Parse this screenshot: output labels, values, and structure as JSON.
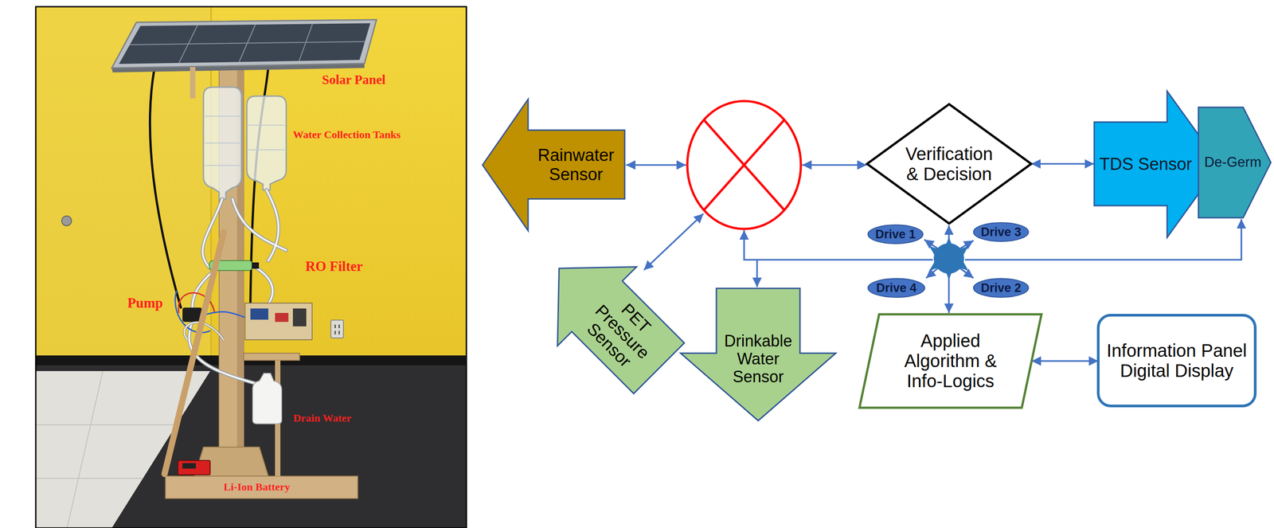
{
  "diagram": {
    "nodes": [
      {
        "text": [
          "Rainwater Sensor"
        ]
      },
      {
        "text": [
          "Verification & Decision"
        ]
      },
      {
        "text": [
          "TDS Sensor"
        ]
      },
      {
        "text": [
          "De-Germ"
        ]
      },
      {
        "text": [
          "Drive 1"
        ]
      },
      {
        "text": [
          "Drive 3"
        ]
      },
      {
        "text": [
          "PET Pressure Sensor"
        ]
      },
      {
        "text": [
          "Drive 4"
        ]
      },
      {
        "text": [
          "Drive 2"
        ]
      },
      {
        "text": [
          "Drinkable Water Sensor"
        ]
      },
      {
        "text": [
          "Applied Algorithm & Info-Logics"
        ]
      },
      {
        "text": [
          "Information Panel Digital Display"
        ]
      }
    ],
    "edges": [
      {
        "from": 1,
        "to": 2,
        "arrow": "both"
      },
      {
        "from": 10,
        "to": 11,
        "arrow": "both"
      }
    ],
    "labels": [
      "Solar Panel",
      "Water Collection Tanks",
      "RO Filter",
      "Pump",
      "Drain Water",
      "Li-Ion Battery"
    ]
  }
}
